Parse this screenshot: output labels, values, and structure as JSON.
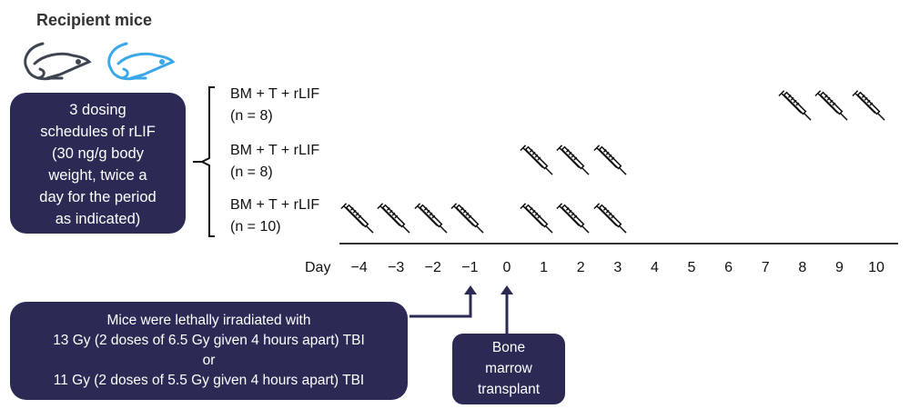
{
  "title": "Recipient mice",
  "colors": {
    "dark": "#2a2a55",
    "mouse_gray": "#3d4452",
    "mouse_blue": "#3aa8e8"
  },
  "dosing_box": [
    "3 dosing",
    "schedules of rLIF",
    "(30 ng/g body",
    "weight, twice a",
    "day for the period",
    "as indicated)"
  ],
  "groups": [
    {
      "label": "BM + T + rLIF",
      "n": "(n = 8)",
      "dose_days": [
        8,
        9,
        10
      ]
    },
    {
      "label": "BM + T + rLIF",
      "n": "(n = 8)",
      "dose_days": [
        1,
        2,
        3
      ]
    },
    {
      "label": "BM + T + rLIF",
      "n": "(n = 10)",
      "dose_days": [
        -4,
        -3,
        -2,
        -1,
        1,
        2,
        3
      ]
    }
  ],
  "axis_label": "Day",
  "days": [
    "−4",
    "−3",
    "−2",
    "−1",
    "0",
    "1",
    "2",
    "3",
    "4",
    "5",
    "6",
    "7",
    "8",
    "9",
    "10"
  ],
  "irradiation_box": [
    "Mice were lethally irradiated with",
    "13 Gy (2 doses of 6.5 Gy given 4 hours apart) TBI",
    "or",
    "11 Gy (2 doses of 5.5 Gy given 4 hours apart) TBI"
  ],
  "transplant_box": [
    "Bone",
    "marrow",
    "transplant"
  ]
}
